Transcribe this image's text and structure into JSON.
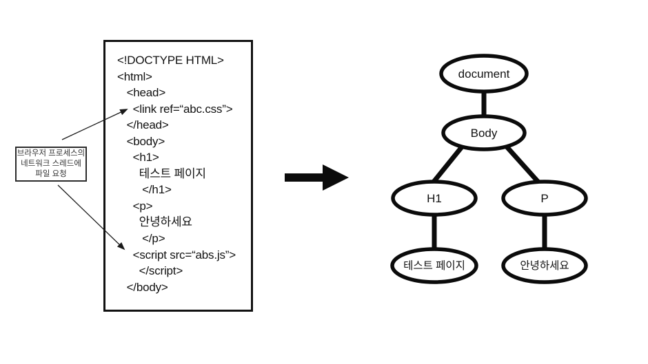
{
  "code_panel": {
    "lines": [
      "<!DOCTYPE HTML>",
      "<html>",
      "   <head>",
      "     <link ref=“abc.css”>",
      "   </head>",
      "   <body>",
      "     <h1>",
      "       테스트 페이지",
      "        </h1>",
      "     <p>",
      "       안녕하세요",
      "        </p>",
      "     <script src=“abs.js”>",
      "       </script>",
      "   </body>"
    ]
  },
  "note_box": {
    "lines": [
      "브라우저 프로세스의",
      "네트워크 스레드에",
      "파일 요청"
    ]
  },
  "icons": {
    "transform_arrow": "right-arrow",
    "note_to_link_arrow": "thin-diagonal-arrow",
    "note_to_script_arrow": "thin-diagonal-arrow"
  },
  "tree": {
    "nodes": [
      {
        "label": "document"
      },
      {
        "label": "Body"
      },
      {
        "label": "H1"
      },
      {
        "label": "P"
      },
      {
        "label": "테스트 페이지"
      },
      {
        "label": "안녕하세요"
      }
    ]
  },
  "colors": {
    "ink": "#111111",
    "background": "#ffffff",
    "note_border": "#2b2b2b",
    "note_text": "#333333"
  }
}
